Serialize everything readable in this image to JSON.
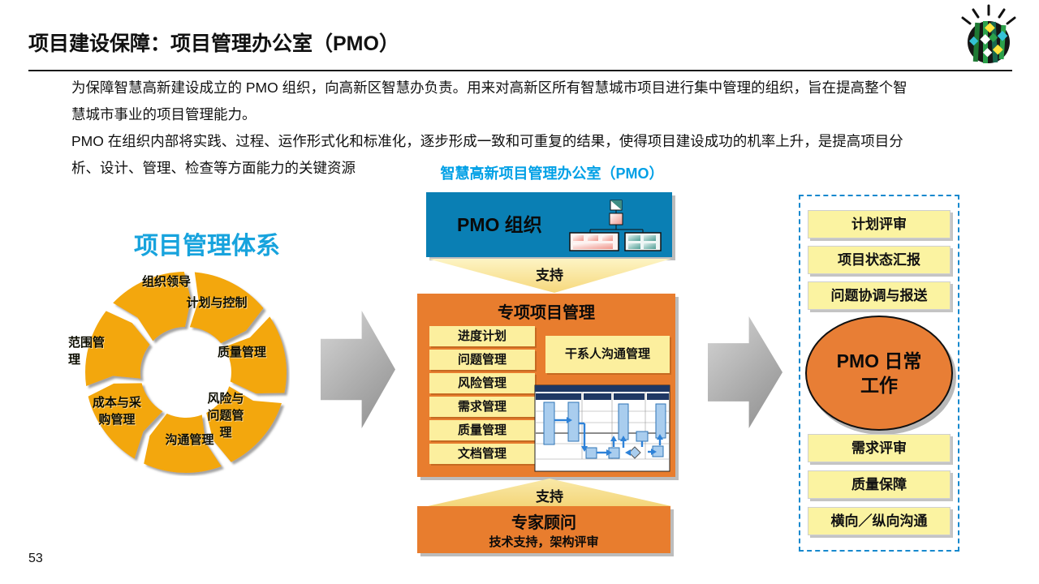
{
  "page": {
    "number": "53"
  },
  "header": {
    "title": "项目建设保障：项目管理办公室（PMO）"
  },
  "intro": {
    "lines": [
      "为保障智慧高新建设成立的 PMO 组织，向高新区智慧办负责。用来对高新区所有智慧城市项目进行集中管理的组织，旨在提高整个智",
      "慧城市事业的项目管理能力。",
      "PMO 在组织内部将实践、过程、运作形式化和标准化，逐步形成一致和可重复的结果，使得项目建设成功的机率上升，是提高项目分",
      "析、设计、管理、检查等方面能力的关键资源"
    ]
  },
  "chart_data": {
    "type": "pie",
    "variant": "donut-cycle",
    "title": "项目管理体系",
    "categories": [
      "计划与控制",
      "质量管理",
      "风险与问题管理",
      "沟通管理",
      "成本与采购管理",
      "范围管理",
      "组织领导"
    ],
    "values": [
      1,
      1,
      1,
      1,
      1,
      1,
      1
    ],
    "color": "#f3a70a",
    "legend_position": "on-segments"
  },
  "left": {
    "title": "项目管理体系",
    "labels": {
      "org_lead": "组织领导",
      "plan_control": "计划与控制",
      "quality": "质量管理",
      "risk": "风险与\n问题管\n理",
      "comm": "沟通管理",
      "cost": "成本与采\n购管理",
      "scope": "范围管\n理"
    }
  },
  "center": {
    "heading": "智慧高新项目管理办公室（PMO）",
    "pmo_org_label": "PMO 组织",
    "support_top": "支持",
    "project_mgmt": {
      "title": "专项项目管理",
      "items": [
        "进度计划",
        "问题管理",
        "风险管理",
        "需求管理",
        "质量管理",
        "文档管理"
      ],
      "stakeholder_label": "干系人沟通管理"
    },
    "support_bottom": "支持",
    "expert": {
      "title": "专家顾问",
      "subtitle": "技术支持，架构评审"
    }
  },
  "right": {
    "top_items": [
      "计划评审",
      "项目状态汇报",
      "问题协调与报送"
    ],
    "ellipse_label": "PMO 日常\n工作",
    "bottom_items": [
      "需求评审",
      "质量保障",
      "横向／纵向沟通"
    ]
  },
  "colors": {
    "accent_blue": "#00a0e6",
    "deep_blue_box": "#0a7fb4",
    "orange_box": "#e87d2e",
    "donut_orange": "#f3a70a",
    "light_yellow": "#fcef9e",
    "panel_dash_blue": "#1689ce"
  }
}
